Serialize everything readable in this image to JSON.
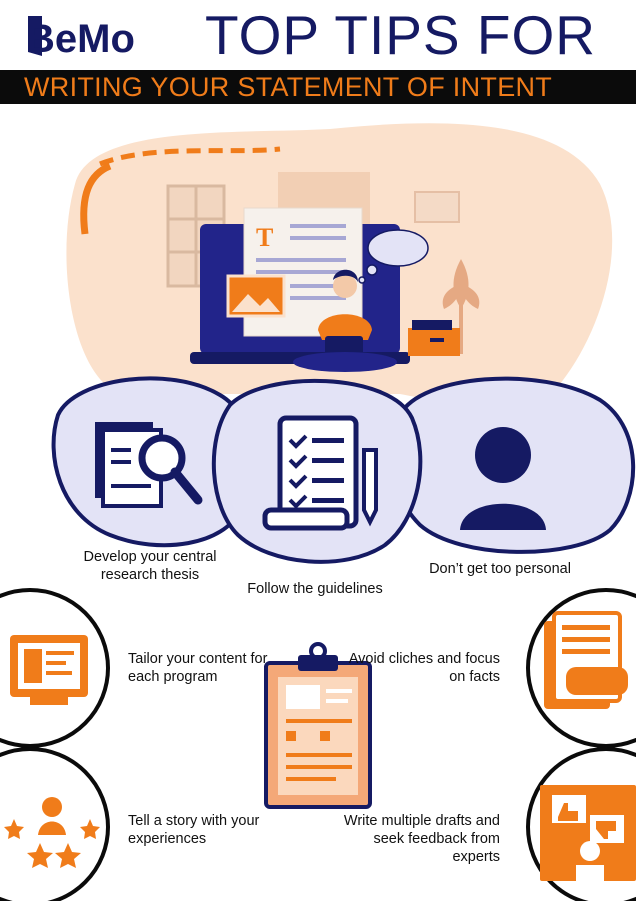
{
  "brand": {
    "logo_text": "BeMo"
  },
  "header": {
    "title": "TOP TIPS FOR",
    "subtitle": "WRITING YOUR STATEMENT OF INTENT"
  },
  "tips": [
    {
      "text": "Develop your central research thesis",
      "icon": "document-magnifier-icon"
    },
    {
      "text": "Follow the guidelines",
      "icon": "checklist-pen-icon"
    },
    {
      "text": "Don’t get too personal",
      "icon": "person-silhouette-icon"
    },
    {
      "text": "Tailor your content for each program",
      "icon": "monitor-layout-icon"
    },
    {
      "text": "Avoid cliches and focus on facts",
      "icon": "document-stack-icon"
    },
    {
      "text": "Tell a story with your experiences",
      "icon": "person-stars-icon"
    },
    {
      "text": "Write multiple drafts and seek feedback from experts",
      "icon": "feedback-board-icon"
    }
  ],
  "colors": {
    "navy": "#151a63",
    "orange": "#f07c1a",
    "peach": "#fbe1cc",
    "lavender": "#e3e3f6"
  }
}
